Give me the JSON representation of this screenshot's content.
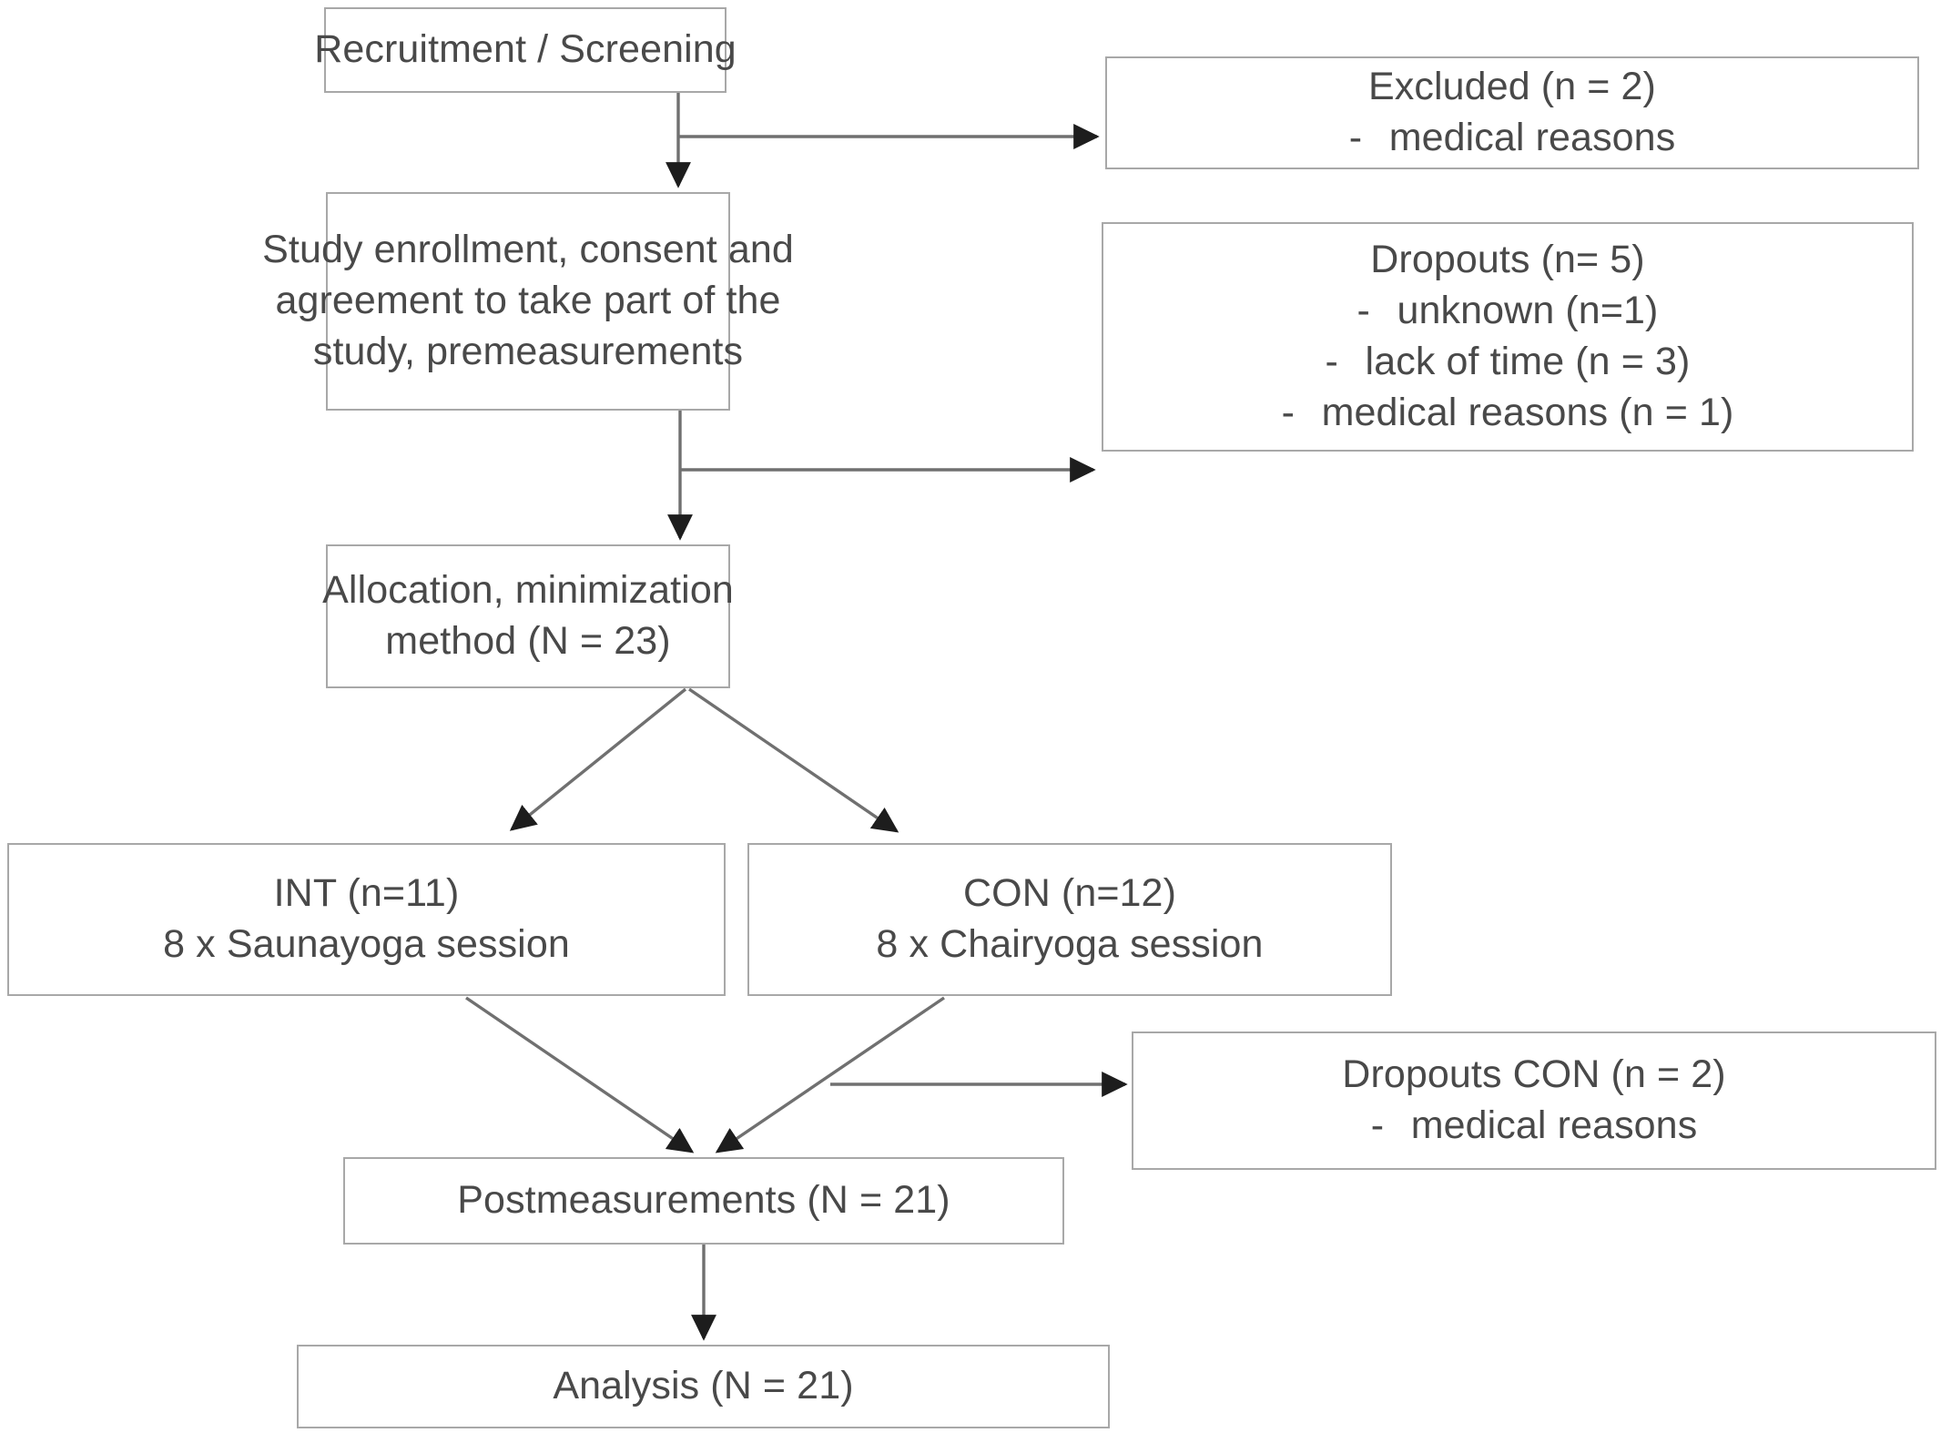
{
  "diagram": {
    "title": "Study flow diagram",
    "type": "flowchart",
    "stroke_color": "#a8a8a8",
    "text_color": "#494949",
    "background_color": "#ffffff"
  },
  "nodes": {
    "recruitment": {
      "label": "Recruitment / Screening"
    },
    "excluded": {
      "heading": "Excluded (n = 2)",
      "bullets": [
        {
          "dash": "-",
          "text": "medical reasons"
        }
      ]
    },
    "enrollment": {
      "line1": "Study enrollment, consent and",
      "line2": "agreement to take part of the",
      "line3": "study, premeasurements"
    },
    "dropouts": {
      "heading": "Dropouts (n= 5)",
      "bullets": [
        {
          "dash": "-",
          "text": "unknown (n=1)"
        },
        {
          "dash": "-",
          "text": "lack of time (n = 3)"
        },
        {
          "dash": "-",
          "text": "medical reasons (n = 1)"
        }
      ]
    },
    "allocation": {
      "line1": "Allocation, minimization",
      "line2": "method (N = 23)"
    },
    "intervention": {
      "line1": "INT (n=11)",
      "line2": "8 x Saunayoga session"
    },
    "control": {
      "line1": "CON (n=12)",
      "line2": "8 x Chairyoga session"
    },
    "dropouts_con": {
      "heading": "Dropouts CON (n = 2)",
      "bullets": [
        {
          "dash": "-",
          "text": "medical reasons"
        }
      ]
    },
    "postmeasurements": {
      "label": "Postmeasurements (N = 21)"
    },
    "analysis": {
      "label": "Analysis (N = 21)"
    }
  },
  "edges": [
    {
      "from": "recruitment",
      "to": "enrollment",
      "style": "vertical-arrow"
    },
    {
      "from": "recruitment",
      "to": "excluded",
      "style": "elbow-right-arrow"
    },
    {
      "from": "enrollment",
      "to": "allocation",
      "style": "vertical-arrow"
    },
    {
      "from": "enrollment",
      "to": "dropouts",
      "style": "elbow-right-arrow"
    },
    {
      "from": "allocation",
      "to": "intervention",
      "style": "diagonal-arrow"
    },
    {
      "from": "allocation",
      "to": "control",
      "style": "diagonal-arrow"
    },
    {
      "from": "intervention",
      "to": "postmeasurements",
      "style": "diagonal-arrow"
    },
    {
      "from": "control",
      "to": "postmeasurements",
      "style": "diagonal-arrow"
    },
    {
      "from": "control",
      "to": "dropouts_con",
      "style": "elbow-right-arrow"
    },
    {
      "from": "postmeasurements",
      "to": "analysis",
      "style": "vertical-arrow"
    }
  ]
}
